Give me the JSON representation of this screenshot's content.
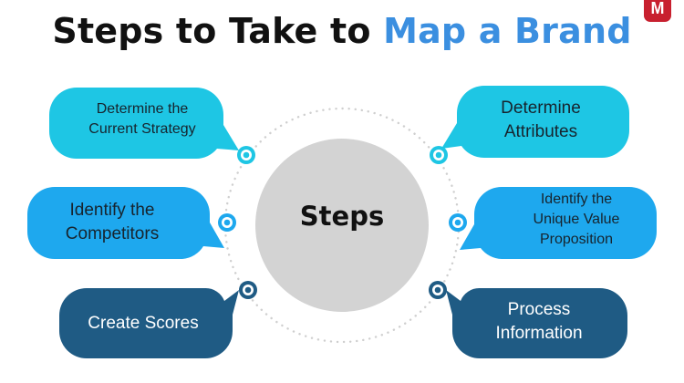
{
  "title": {
    "prefix": "Steps to Take to ",
    "highlight": "Map a Brand"
  },
  "logo": {
    "letter": "M"
  },
  "center": {
    "label": "Steps"
  },
  "steps": [
    {
      "label": "Determine the Current Strategy",
      "color": "#1ec6e4"
    },
    {
      "label": "Identify the Competitors",
      "color": "#1ea8ee"
    },
    {
      "label": "Create Scores",
      "color": "#1f5b84"
    },
    {
      "label": "Determine Attributes",
      "color": "#1ec6e4"
    },
    {
      "label": "Identify the Unique Value Proposition",
      "color": "#1ea8ee"
    },
    {
      "label": "Process Information",
      "color": "#1f5b84"
    }
  ],
  "colors": {
    "center_circle": "#d3d3d3",
    "title_accent": "#3b8fe0",
    "dots": "#cfcfcf"
  }
}
